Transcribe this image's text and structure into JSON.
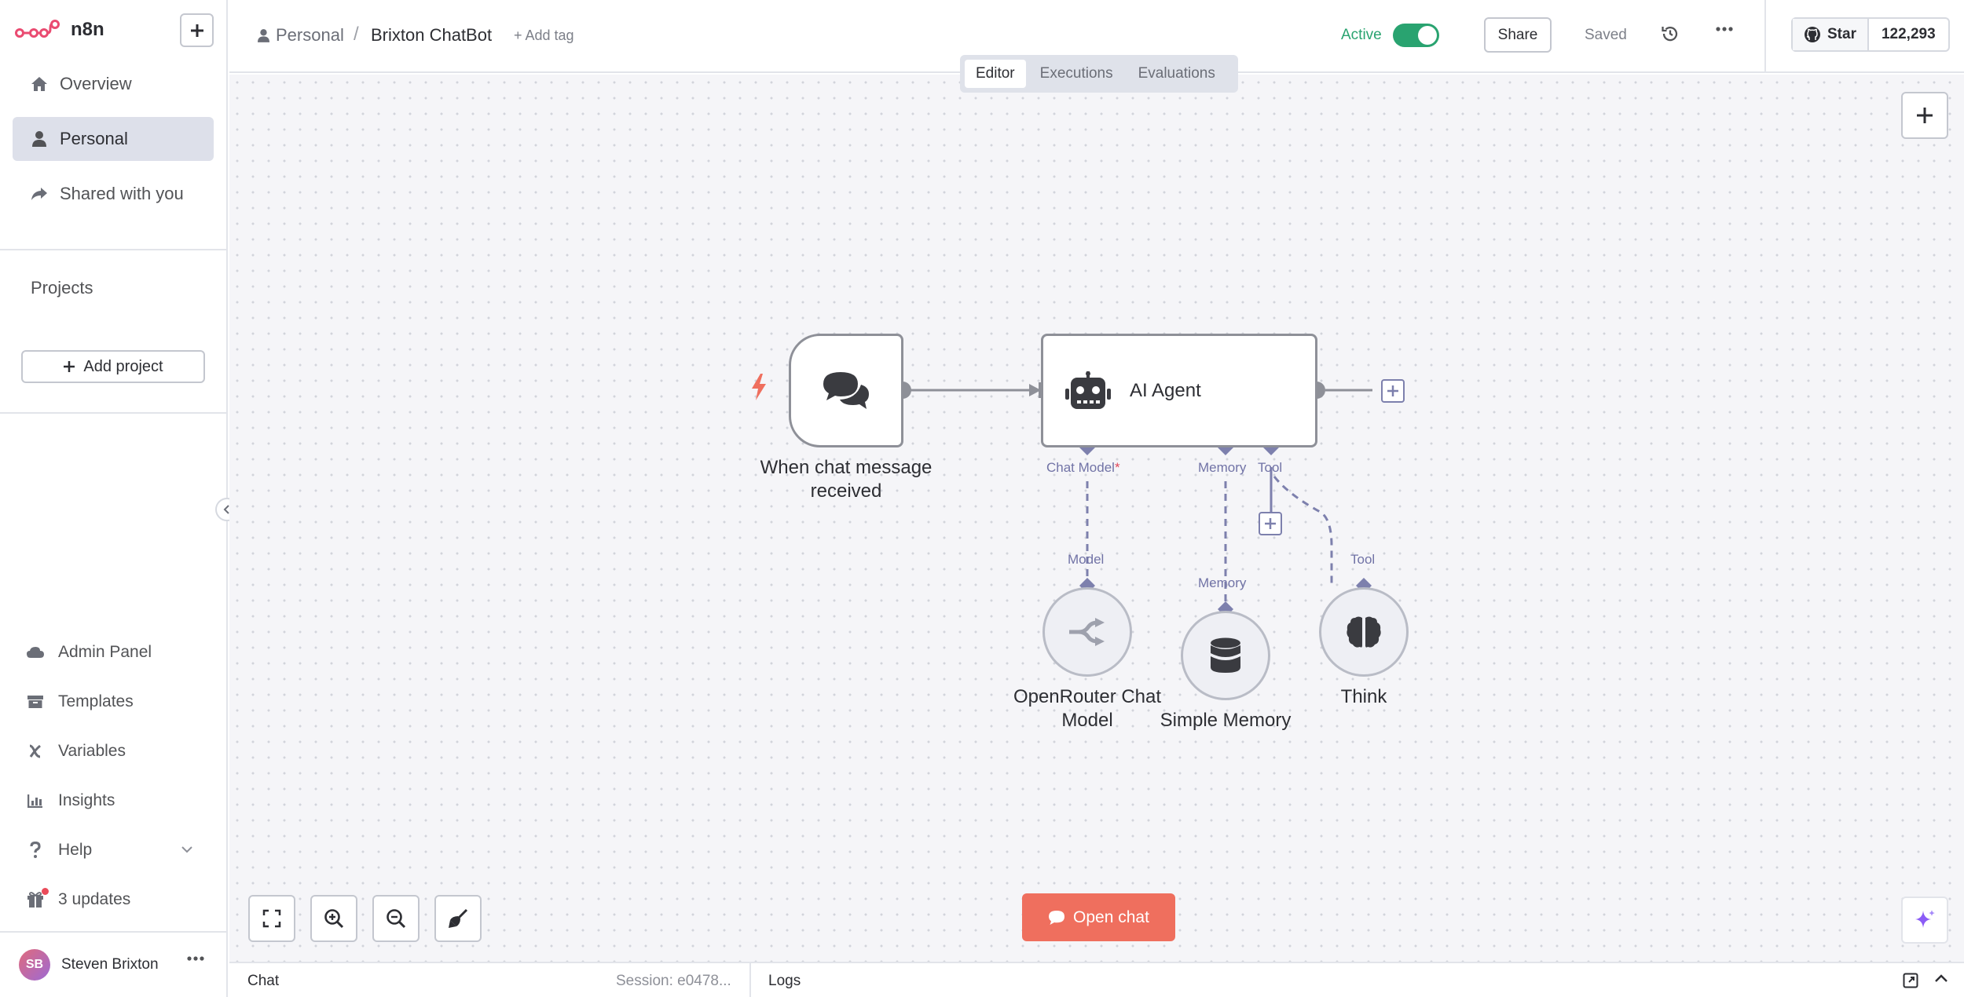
{
  "app": {
    "name": "n8n"
  },
  "sidebar": {
    "nav": [
      {
        "label": "Overview",
        "icon": "home-icon"
      },
      {
        "label": "Personal",
        "icon": "user-icon",
        "active": true
      },
      {
        "label": "Shared with you",
        "icon": "share-icon"
      }
    ],
    "projects_heading": "Projects",
    "add_project_label": "Add project",
    "bottom_nav": [
      {
        "label": "Admin Panel",
        "icon": "cloud-icon"
      },
      {
        "label": "Templates",
        "icon": "box-icon"
      },
      {
        "label": "Variables",
        "icon": "variable-icon"
      },
      {
        "label": "Insights",
        "icon": "chart-icon"
      },
      {
        "label": "Help",
        "icon": "question-icon"
      },
      {
        "label": "3 updates",
        "icon": "gift-icon"
      }
    ],
    "user": {
      "initials": "SB",
      "name": "Steven Brixton"
    }
  },
  "header": {
    "breadcrumb_project": "Personal",
    "breadcrumb_sep": "/",
    "workflow_name": "Brixton ChatBot",
    "add_tag_label": "+ Add tag",
    "active_label": "Active",
    "active": true,
    "share_label": "Share",
    "saved_label": "Saved",
    "github_star_label": "Star",
    "github_star_count": "122,293"
  },
  "tabs": [
    {
      "label": "Editor",
      "active": true
    },
    {
      "label": "Executions"
    },
    {
      "label": "Evaluations"
    }
  ],
  "canvas": {
    "nodes": {
      "trigger": {
        "label_line1": "When chat message",
        "label_line2": "received"
      },
      "agent": {
        "label": "AI Agent"
      },
      "chat_model": {
        "label_line1": "OpenRouter Chat",
        "label_line2": "Model"
      },
      "memory": {
        "label": "Simple Memory"
      },
      "think": {
        "label": "Think"
      }
    },
    "ports": {
      "chat_model": "Chat Model",
      "chat_model_required": "*",
      "memory": "Memory",
      "tool": "Tool",
      "model_in": "Model",
      "memory_in": "Memory",
      "tool_in": "Tool"
    },
    "open_chat_label": "Open chat"
  },
  "bottom_panel": {
    "chat_label": "Chat",
    "session_label": "Session: e0478...",
    "logs_label": "Logs"
  },
  "colors": {
    "accent": "#ef6f5e",
    "active_green": "#29a370",
    "ai_port": "#7d80ad"
  }
}
